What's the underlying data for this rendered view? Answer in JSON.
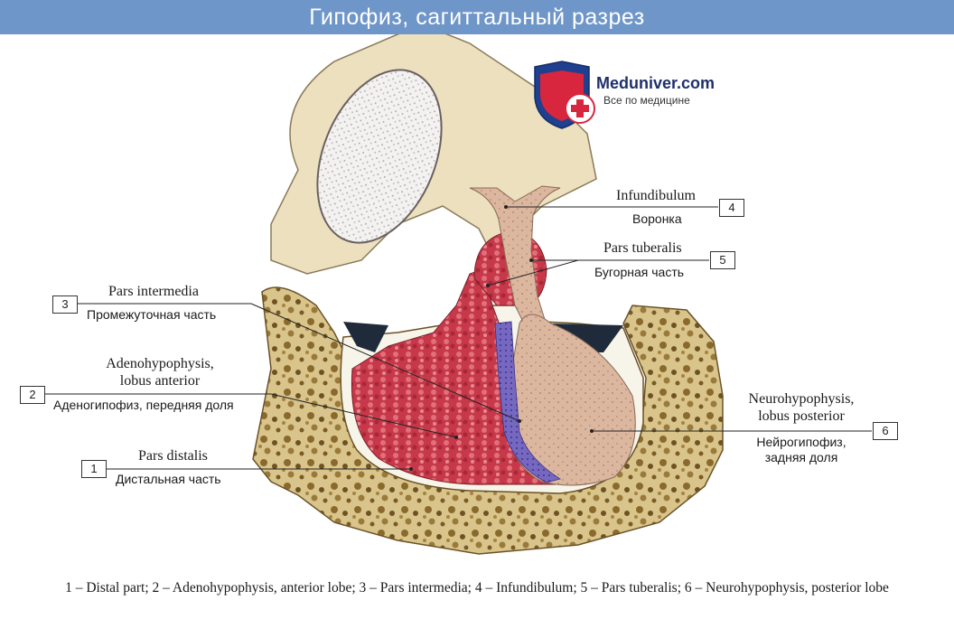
{
  "title": "Гипофиз, сагиттальный разрез",
  "logo": {
    "name": "Meduniver.com",
    "tagline": "Все по медицине"
  },
  "labels": [
    {
      "id": 1,
      "number": "1",
      "latin": "Pars distalis",
      "russian": "Дистальная часть"
    },
    {
      "id": 2,
      "number": "2",
      "latin": "Adenohypophysis,\nlobus anterior",
      "russian": "Аденогипофиз, передняя доля"
    },
    {
      "id": 3,
      "number": "3",
      "latin": "Pars intermedia",
      "russian": "Промежуточная часть"
    },
    {
      "id": 4,
      "number": "4",
      "latin": "Infundibulum",
      "russian": "Воронка"
    },
    {
      "id": 5,
      "number": "5",
      "latin": "Pars tuberalis",
      "russian": "Бугорная часть"
    },
    {
      "id": 6,
      "number": "6",
      "latin": "Neurohypophysis,\nlobus posterior",
      "russian": "Нейрогипофиз,\nзадняя доля"
    }
  ],
  "caption": "1 – Distal part; 2 – Adenohypophysis, anterior lobe; 3 – Pars intermedia; 4 – Infundibulum; 5 – Pars tuberalis; 6 – Neurohypophysis, posterior lobe",
  "colors": {
    "title_bar": "#6f96c8",
    "bone": "#d8c48a",
    "adenohypophysis": "#c93a4a",
    "neurohypophysis": "#d9b29a",
    "pars_intermedia": "#6a5fb0",
    "brain": "#eadcb8"
  }
}
